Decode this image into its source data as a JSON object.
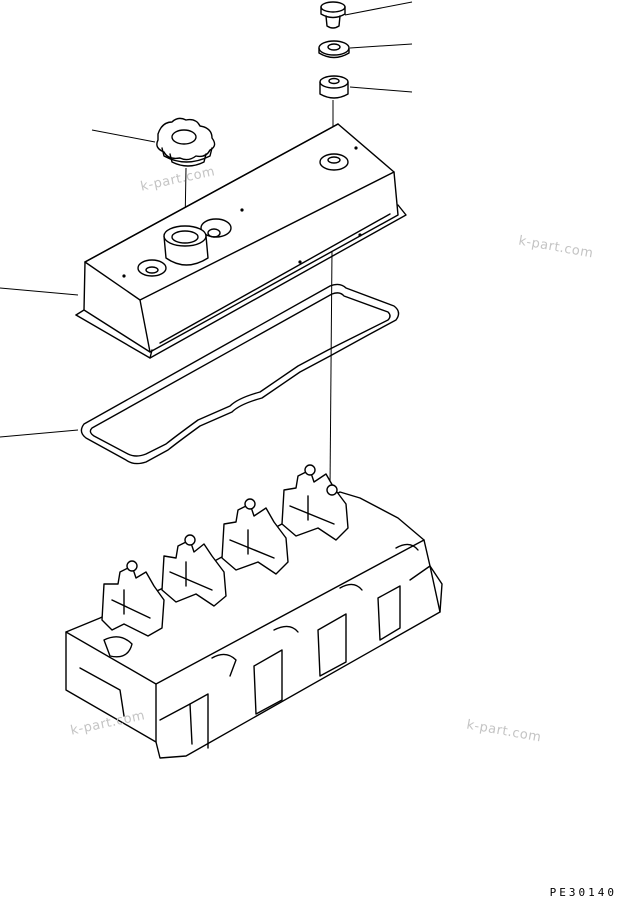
{
  "drawing_code": "PE30140",
  "watermark_text": "k-part.com",
  "colors": {
    "line": "#000000",
    "watermark": "#c4c4c4",
    "background": "#ffffff"
  },
  "parts": [
    {
      "id": "cap-bolt",
      "name": "cap-bolt"
    },
    {
      "id": "washer",
      "name": "washer"
    },
    {
      "id": "seal-grommet",
      "name": "seal-grommet"
    },
    {
      "id": "oil-filler-cap",
      "name": "oil-filler-cap"
    },
    {
      "id": "head-cover",
      "name": "cylinder-head-cover"
    },
    {
      "id": "cover-gasket",
      "name": "head-cover-gasket"
    },
    {
      "id": "cylinder-head",
      "name": "cylinder-head-with-rocker-arms"
    }
  ]
}
